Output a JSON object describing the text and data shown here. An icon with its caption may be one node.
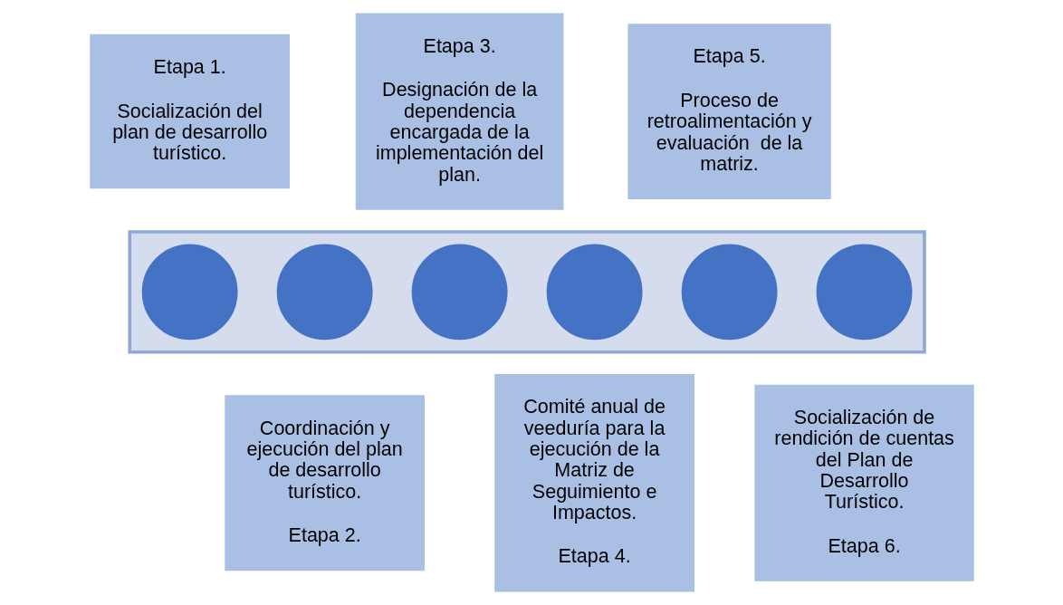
{
  "diagram": {
    "nodes": [
      {
        "text": [
          "Etapa 1.",
          "Socialización del plan de desarrollo turístico."
        ]
      },
      {
        "text": [
          "Coordinación y ejecución del plan de desarrollo turístico.",
          "Etapa 2."
        ]
      },
      {
        "text": [
          "Etapa 3.",
          "Designación de la dependencia encargada de la implementación del plan."
        ]
      },
      {
        "text": [
          "Comité anual de veeduría para la ejecución de la Matriz de Seguimiento e Impactos.",
          "Etapa 4."
        ]
      },
      {
        "text": [
          "Etapa 5.",
          "Proceso de retroalimentación y evaluación  de la matriz."
        ]
      },
      {
        "text": [
          "Socialización de rendición de cuentas del Plan de Desarrollo Turístico.",
          "Etapa 6."
        ]
      },
      {
        "text": [],
        "shape": "arrow"
      },
      {
        "text": [],
        "shape": "circle",
        "in": 6
      },
      {
        "text": [],
        "shape": "circle",
        "in": 6
      },
      {
        "text": [],
        "shape": "circle",
        "in": 6
      },
      {
        "text": [],
        "shape": "circle",
        "in": 6
      },
      {
        "text": [],
        "shape": "circle",
        "in": 6
      },
      {
        "text": [],
        "shape": "circle",
        "in": 6
      }
    ]
  }
}
